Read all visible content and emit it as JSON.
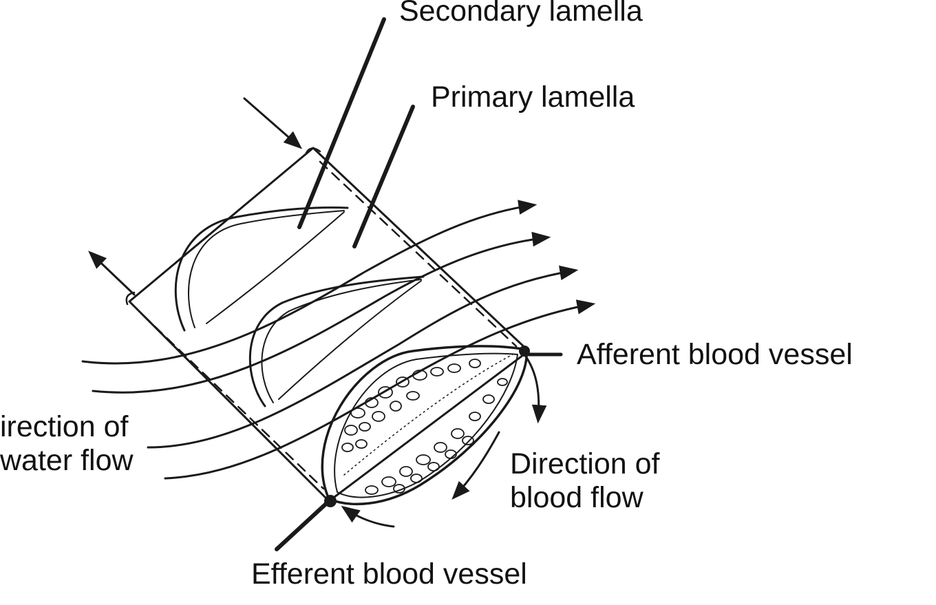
{
  "labels": {
    "secondary_lamella": "Secondary lamella",
    "primary_lamella": "Primary lamella",
    "afferent_vessel": "Afferent blood vessel",
    "water_flow_line1": "irection of",
    "water_flow_line2": "water flow",
    "blood_flow_line1": "Direction of",
    "blood_flow_line2": "blood flow",
    "efferent_vessel": "Efferent blood vessel"
  },
  "colors": {
    "ink": "#1a1a1a",
    "background": "#ffffff"
  }
}
